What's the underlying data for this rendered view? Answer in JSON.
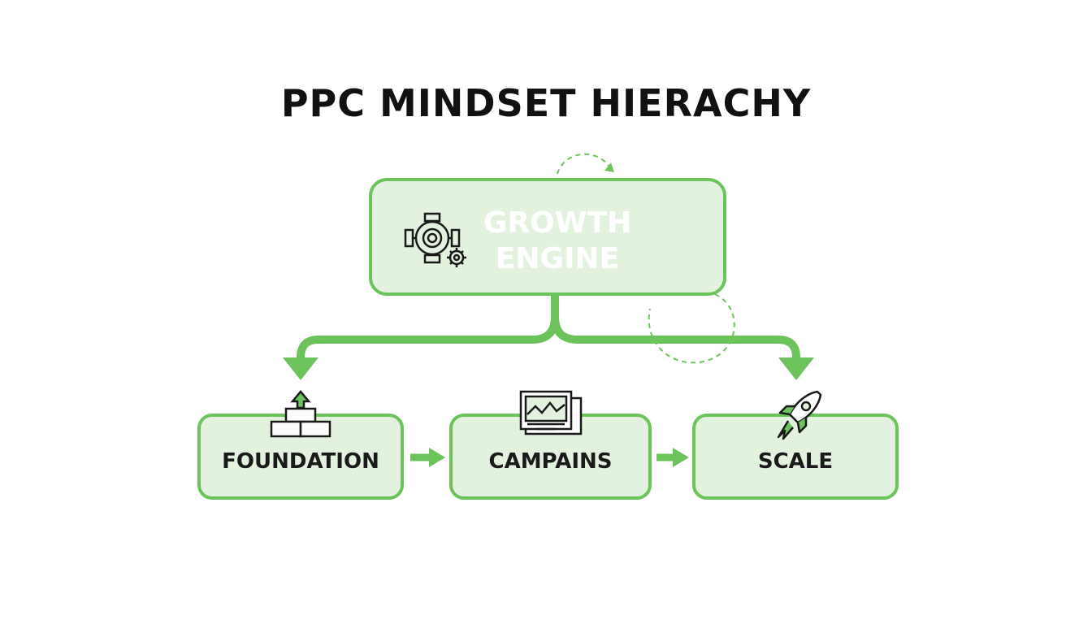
{
  "title": "PPC MINDSET HIERACHY",
  "top_node": {
    "label_line1": "GROWTH",
    "label_line2": "ENGINE",
    "icon": "engine-gear-icon"
  },
  "nodes": [
    {
      "label": "FOUNDATION",
      "icon": "building-blocks-up-arrow-icon"
    },
    {
      "label": "CAMPAINS",
      "icon": "monitor-chart-icon"
    },
    {
      "label": "SCALE",
      "icon": "rocket-icon"
    }
  ],
  "colors": {
    "accent": "#6cc35c",
    "box_fill": "#e3f2df",
    "title": "#111111",
    "text": "#1a1a1a"
  }
}
